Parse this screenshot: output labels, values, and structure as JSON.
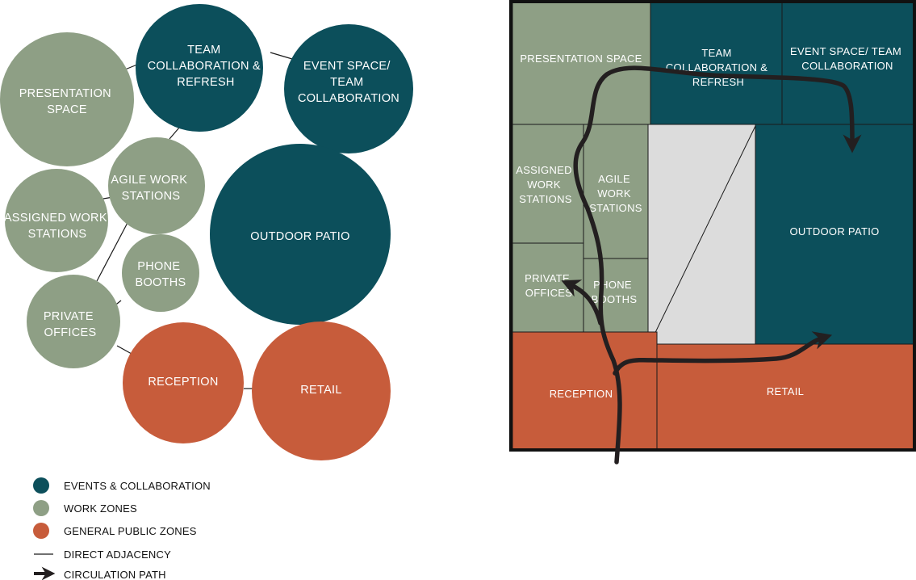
{
  "colors": {
    "events": "#0c4f5b",
    "work": "#8e9f85",
    "public": "#c75c3b",
    "hatch": "#dcdcdc",
    "line": "#1a1a1a",
    "arrow": "#231f20"
  },
  "bubble_diagram": {
    "team_collab": [
      "TEAM",
      "COLLABORATION &",
      "REFRESH"
    ],
    "event_space": [
      "EVENT SPACE/",
      "TEAM",
      "COLLABORATION"
    ],
    "presentation": [
      "PRESENTATION",
      "SPACE"
    ],
    "agile": [
      "AGILE WORK",
      "STATIONS"
    ],
    "assigned": [
      "ASSIGNED WORK",
      "STATIONS"
    ],
    "outdoor": "OUTDOOR PATIO",
    "phone": [
      "PHONE",
      "BOOTHS"
    ],
    "private": [
      "PRIVATE",
      "OFFICES"
    ],
    "reception": "RECEPTION",
    "retail": "RETAIL"
  },
  "floor_plan": {
    "presentation": "PRESENTATION SPACE",
    "team_collab": [
      "TEAM",
      "COLLABORATION &",
      "REFRESH"
    ],
    "event_space": [
      "EVENT SPACE/ TEAM",
      "COLLABORATION"
    ],
    "assigned": [
      "ASSIGNED",
      "WORK",
      "STATIONS"
    ],
    "agile": [
      "AGILE",
      "WORK",
      "STATIONS"
    ],
    "outdoor": "OUTDOOR PATIO",
    "private": [
      "PRIVATE",
      "OFFICES"
    ],
    "phone": [
      "PHONE",
      "BOOTHS"
    ],
    "reception": "RECEPTION",
    "retail": "RETAIL"
  },
  "legend": {
    "events": "EVENTS & COLLABORATION",
    "work": "WORK ZONES",
    "public": "GENERAL PUBLIC ZONES",
    "adjacency": "DIRECT ADJACENCY",
    "circulation": "CIRCULATION PATH"
  }
}
